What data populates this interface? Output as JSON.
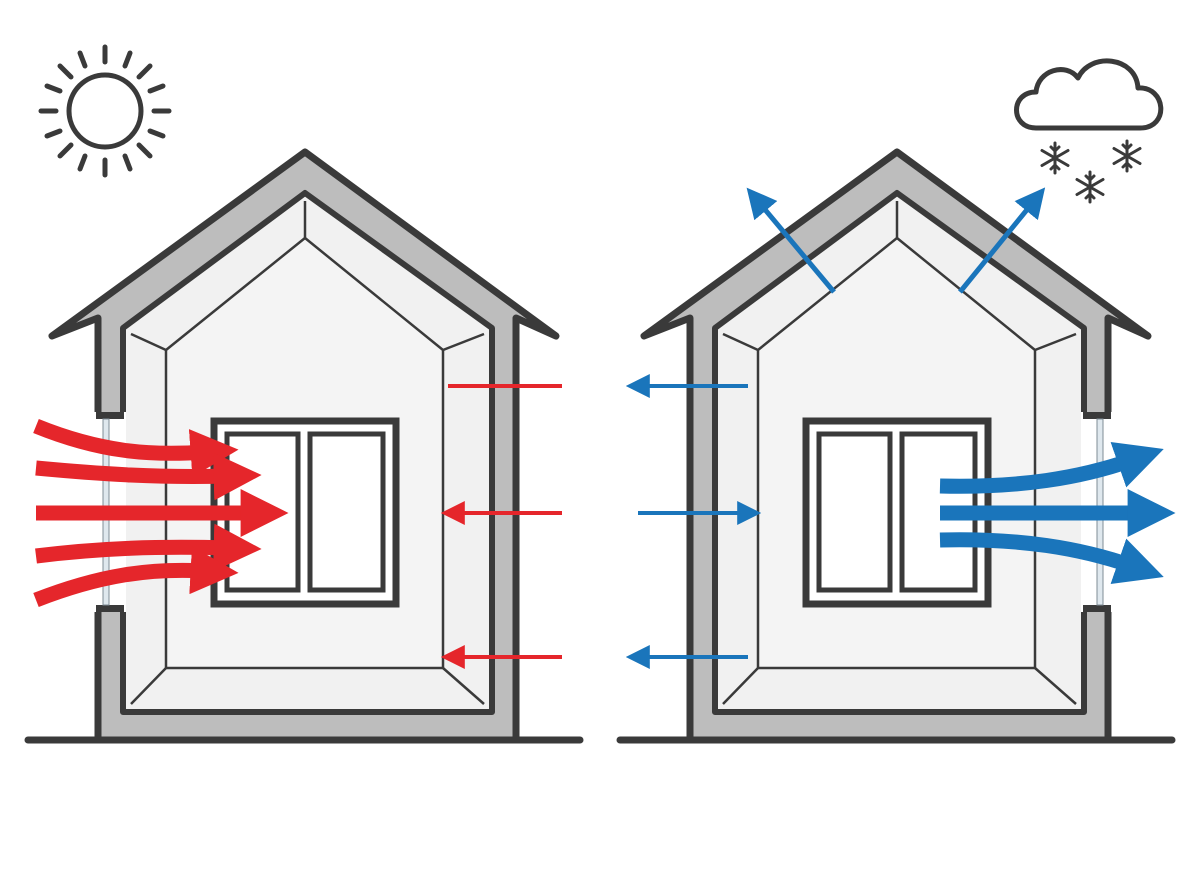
{
  "colors": {
    "background": "#ffffff",
    "outline": "#3a3a3a",
    "wall_fill": "#bdbdbd",
    "interior_fill": "#f1f1f1",
    "glass": "#dfe8ee",
    "heat_arrow": "#e5262b",
    "cold_arrow": "#1a75bb",
    "icon_stroke": "#3a3a3a"
  },
  "panels": [
    {
      "id": "summer",
      "weather_icon": "sun-icon",
      "flow": "heat-gain",
      "arrow_color_key": "heat_arrow"
    },
    {
      "id": "winter",
      "weather_icon": "cloud-snow-icon",
      "flow": "heat-loss",
      "arrow_color_key": "cold_arrow"
    }
  ]
}
